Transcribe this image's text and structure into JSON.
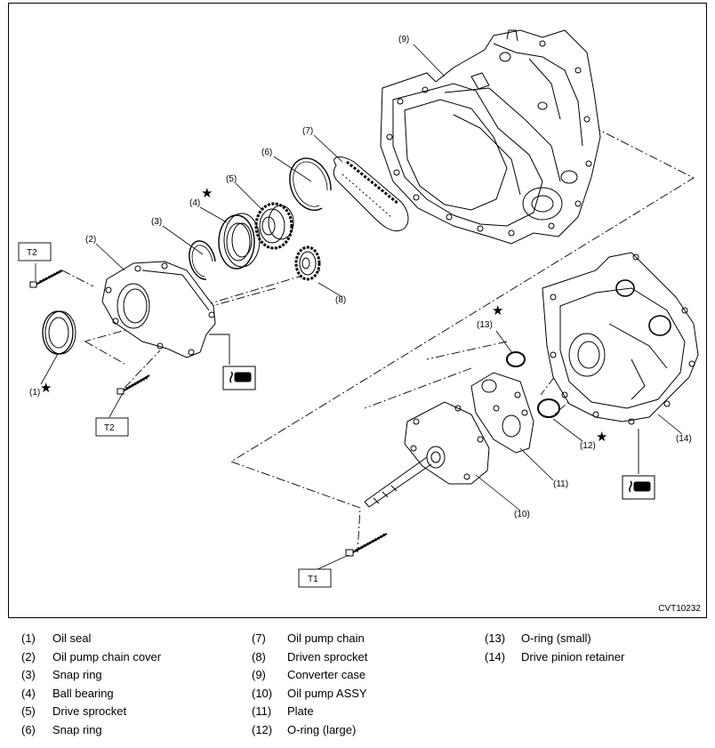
{
  "figure": {
    "callouts": {
      "c1": "(1)",
      "c2": "(2)",
      "c3": "(3)",
      "c4": "(4)",
      "c5": "(5)",
      "c6": "(6)",
      "c7": "(7)",
      "c8": "(8)",
      "c9": "(9)",
      "c10": "(10)",
      "c11": "(11)",
      "c12": "(12)",
      "c13": "(13)",
      "c14": "(14)"
    },
    "torque_labels": {
      "t2_top": "T2",
      "t2_bottom": "T2",
      "t1": "T1"
    },
    "star_symbol": "★",
    "document_code": "CVT10232",
    "icon_names": [
      "fluid-application-icon",
      "fluid-application-icon"
    ]
  },
  "legend": [
    {
      "num": "(1)",
      "name": "Oil seal"
    },
    {
      "num": "(2)",
      "name": "Oil pump chain cover"
    },
    {
      "num": "(3)",
      "name": "Snap ring"
    },
    {
      "num": "(4)",
      "name": "Ball bearing"
    },
    {
      "num": "(5)",
      "name": "Drive sprocket"
    },
    {
      "num": "(6)",
      "name": "Snap ring"
    },
    {
      "num": "(7)",
      "name": "Oil pump chain"
    },
    {
      "num": "(8)",
      "name": "Driven sprocket"
    },
    {
      "num": "(9)",
      "name": "Converter case"
    },
    {
      "num": "(10)",
      "name": "Oil pump ASSY"
    },
    {
      "num": "(11)",
      "name": "Plate"
    },
    {
      "num": "(12)",
      "name": "O-ring (large)"
    },
    {
      "num": "(13)",
      "name": "O-ring (small)"
    },
    {
      "num": "(14)",
      "name": "Drive pinion retainer"
    }
  ]
}
